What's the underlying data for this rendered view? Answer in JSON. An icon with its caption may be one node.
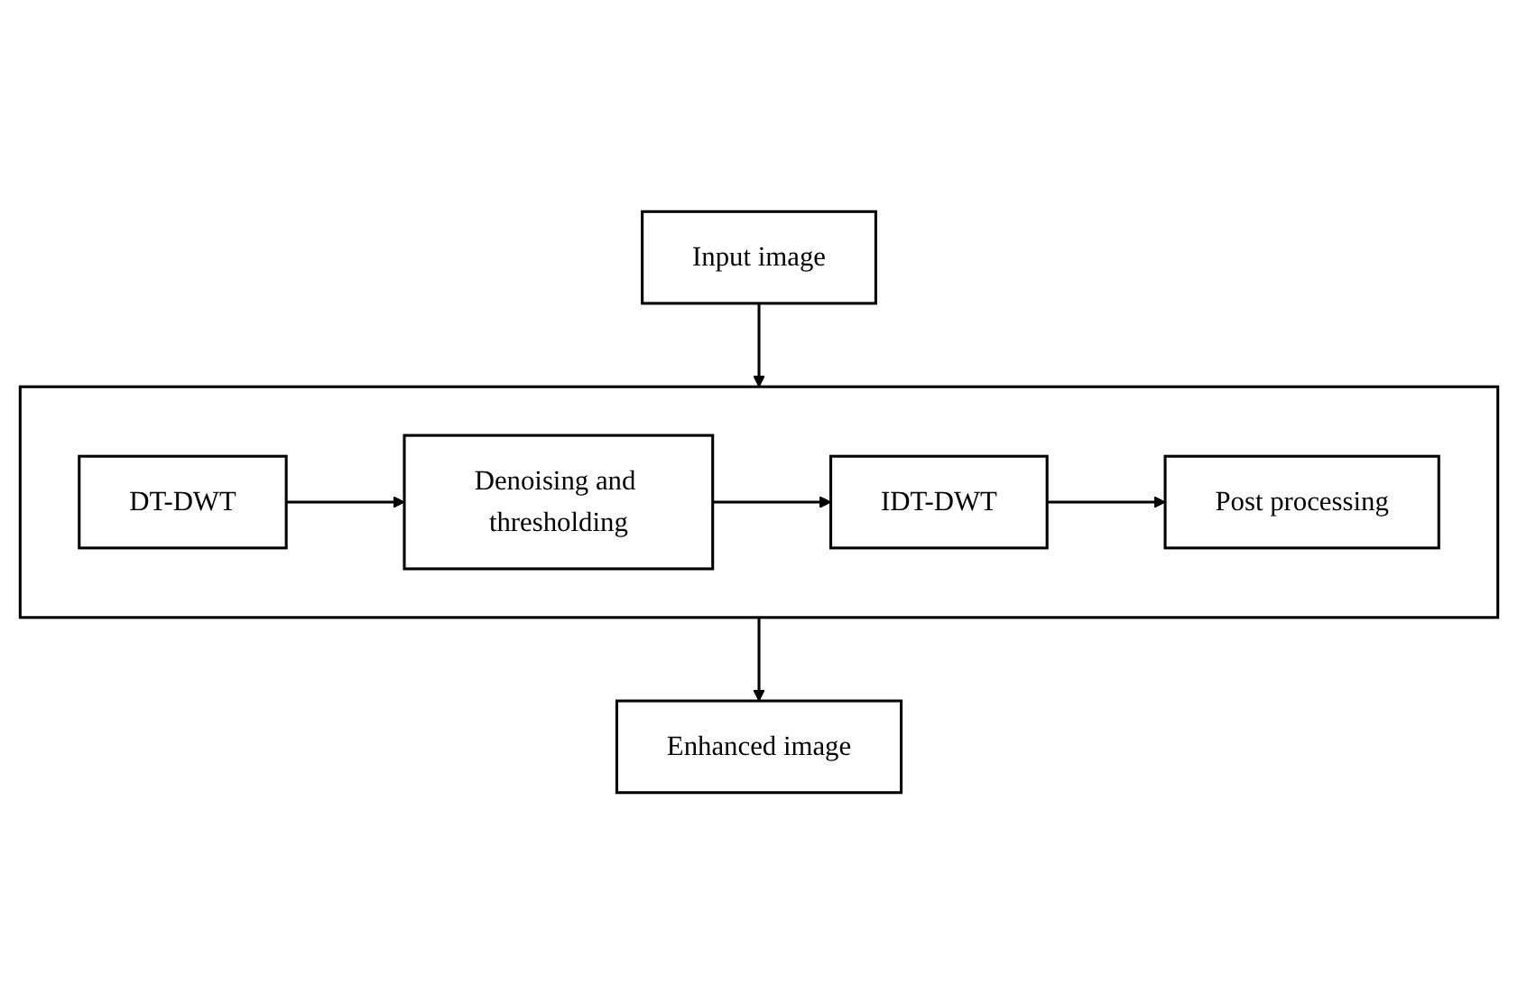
{
  "diagram": {
    "nodes": [
      {
        "text": [
          "Input image"
        ]
      },
      {
        "text": [],
        "shape": "box"
      },
      {
        "text": [
          "DT-DWT"
        ],
        "in": 1
      },
      {
        "text": [
          "Denoising and thresholding"
        ],
        "in": 1
      },
      {
        "text": [
          "IDT-DWT"
        ],
        "in": 1
      },
      {
        "text": [
          "Post processing"
        ],
        "in": 1
      },
      {
        "text": [
          "Enhanced image"
        ]
      }
    ],
    "edges": [
      {
        "from": 0,
        "to": 1,
        "arrow": "to"
      },
      {
        "from": 2,
        "to": 3,
        "arrow": "to"
      },
      {
        "from": 3,
        "to": 4,
        "arrow": "to"
      },
      {
        "from": 4,
        "to": 5,
        "arrow": "to"
      },
      {
        "from": 1,
        "to": 6,
        "arrow": "to"
      }
    ]
  }
}
